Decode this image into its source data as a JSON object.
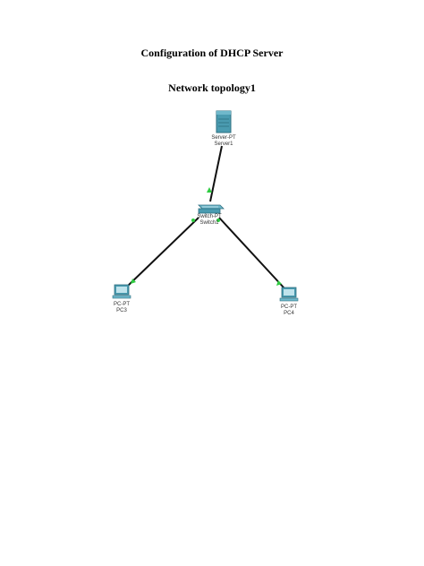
{
  "document": {
    "title": "Configuration of DHCP Server",
    "section_heading": "Network topology1"
  },
  "topology": {
    "nodes": [
      {
        "id": "server",
        "type_label": "Server-PT",
        "name_label": "Server1",
        "icon": "server-icon"
      },
      {
        "id": "switch",
        "type_label": "Switch-PT",
        "name_label": "Switch1",
        "icon": "switch-icon"
      },
      {
        "id": "pc3",
        "type_label": "PC-PT",
        "name_label": "PC3",
        "icon": "pc-icon"
      },
      {
        "id": "pc4",
        "type_label": "PC-PT",
        "name_label": "PC4",
        "icon": "pc-icon"
      }
    ],
    "links": [
      {
        "from": "server",
        "to": "switch"
      },
      {
        "from": "switch",
        "to": "pc3"
      },
      {
        "from": "switch",
        "to": "pc4"
      }
    ],
    "colors": {
      "link": "#111111",
      "link_status": "#2ecc40",
      "device_fill": "#4a9bb0",
      "device_dark": "#2e6f80"
    }
  }
}
